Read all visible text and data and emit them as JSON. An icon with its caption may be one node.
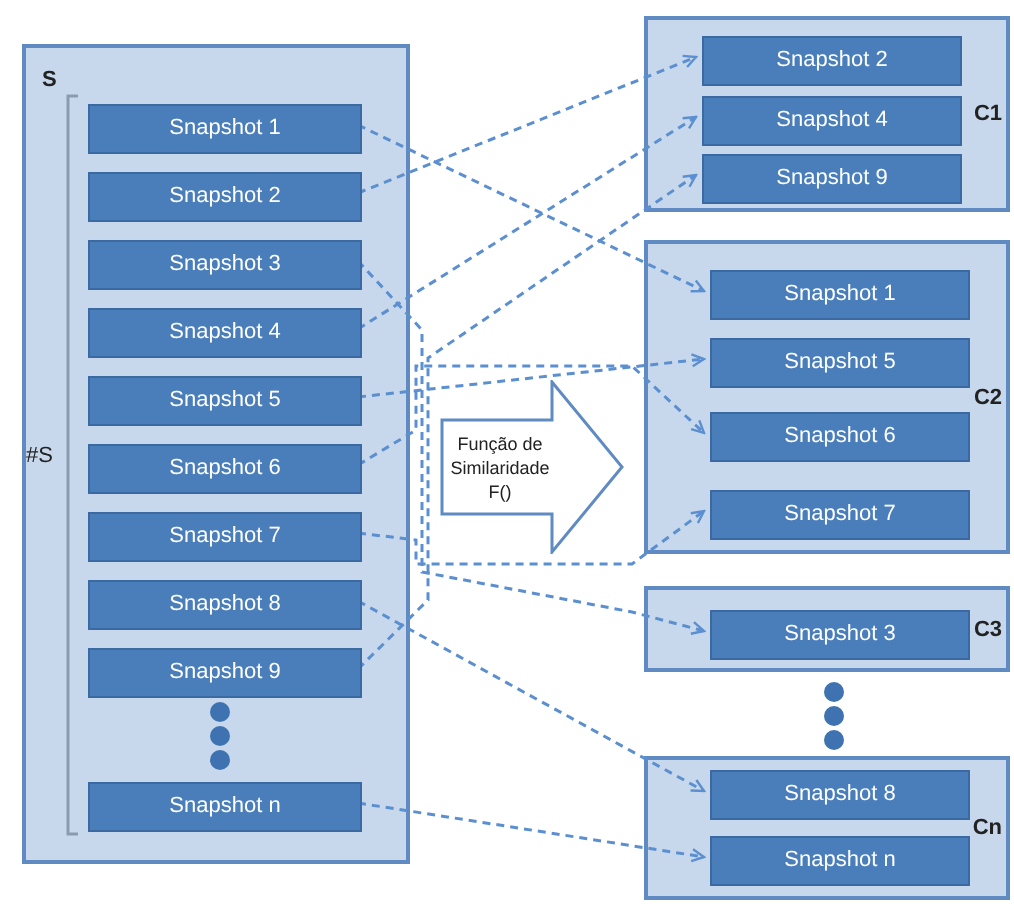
{
  "diagram": {
    "nodes": [
      {
        "text": [
          "S"
        ]
      },
      {
        "text": [
          "Snapshot 1"
        ],
        "in": 0
      },
      {
        "text": [
          "Snapshot 2"
        ],
        "in": 0
      },
      {
        "text": [
          "Snapshot 3"
        ],
        "in": 0
      },
      {
        "text": [
          "Snapshot 4"
        ],
        "in": 0
      },
      {
        "text": [
          "Snapshot 5"
        ],
        "in": 0
      },
      {
        "text": [
          "Snapshot 6"
        ],
        "in": 0
      },
      {
        "text": [
          "Snapshot 7"
        ],
        "in": 0
      },
      {
        "text": [
          "Snapshot 8"
        ],
        "in": 0
      },
      {
        "text": [
          "Snapshot 9"
        ],
        "in": 0
      },
      {
        "text": [
          "Snapshot n"
        ],
        "in": 0
      },
      {
        "text": [
          "Função de Similaridade F()"
        ]
      },
      {
        "text": [
          "C1"
        ]
      },
      {
        "text": [
          "Snapshot 2"
        ],
        "in": 12
      },
      {
        "text": [
          "Snapshot 4"
        ],
        "in": 12
      },
      {
        "text": [
          "Snapshot 9"
        ],
        "in": 12
      },
      {
        "text": [
          "C2"
        ]
      },
      {
        "text": [
          "Snapshot 1"
        ],
        "in": 16
      },
      {
        "text": [
          "Snapshot 5"
        ],
        "in": 16
      },
      {
        "text": [
          "Snapshot 6"
        ],
        "in": 16
      },
      {
        "text": [
          "Snapshot 7"
        ],
        "in": 16
      },
      {
        "text": [
          "C3"
        ]
      },
      {
        "text": [
          "Snapshot 3"
        ],
        "in": 21
      },
      {
        "text": [
          "Cn"
        ]
      },
      {
        "text": [
          "Snapshot 8"
        ],
        "in": 23
      },
      {
        "text": [
          "Snapshot n"
        ],
        "in": 23
      }
    ],
    "edges": [
      {
        "from": 1,
        "to": 17,
        "arrow": "to",
        "style": "dashed"
      },
      {
        "from": 2,
        "to": 13,
        "arrow": "to",
        "style": "dashed"
      },
      {
        "from": 3,
        "to": 22,
        "arrow": "to",
        "style": "dashed"
      },
      {
        "from": 4,
        "to": 14,
        "arrow": "to",
        "style": "dashed"
      },
      {
        "from": 5,
        "to": 18,
        "arrow": "to",
        "style": "dashed"
      },
      {
        "from": 6,
        "to": 19,
        "arrow": "to",
        "style": "dashed"
      },
      {
        "from": 7,
        "to": 20,
        "arrow": "to",
        "style": "dashed"
      },
      {
        "from": 8,
        "to": 24,
        "arrow": "to",
        "style": "dashed"
      },
      {
        "from": 9,
        "to": 15,
        "arrow": "to",
        "style": "dashed"
      },
      {
        "from": 10,
        "to": 25,
        "arrow": "to",
        "style": "dashed"
      }
    ],
    "labels": [
      "#S"
    ]
  }
}
